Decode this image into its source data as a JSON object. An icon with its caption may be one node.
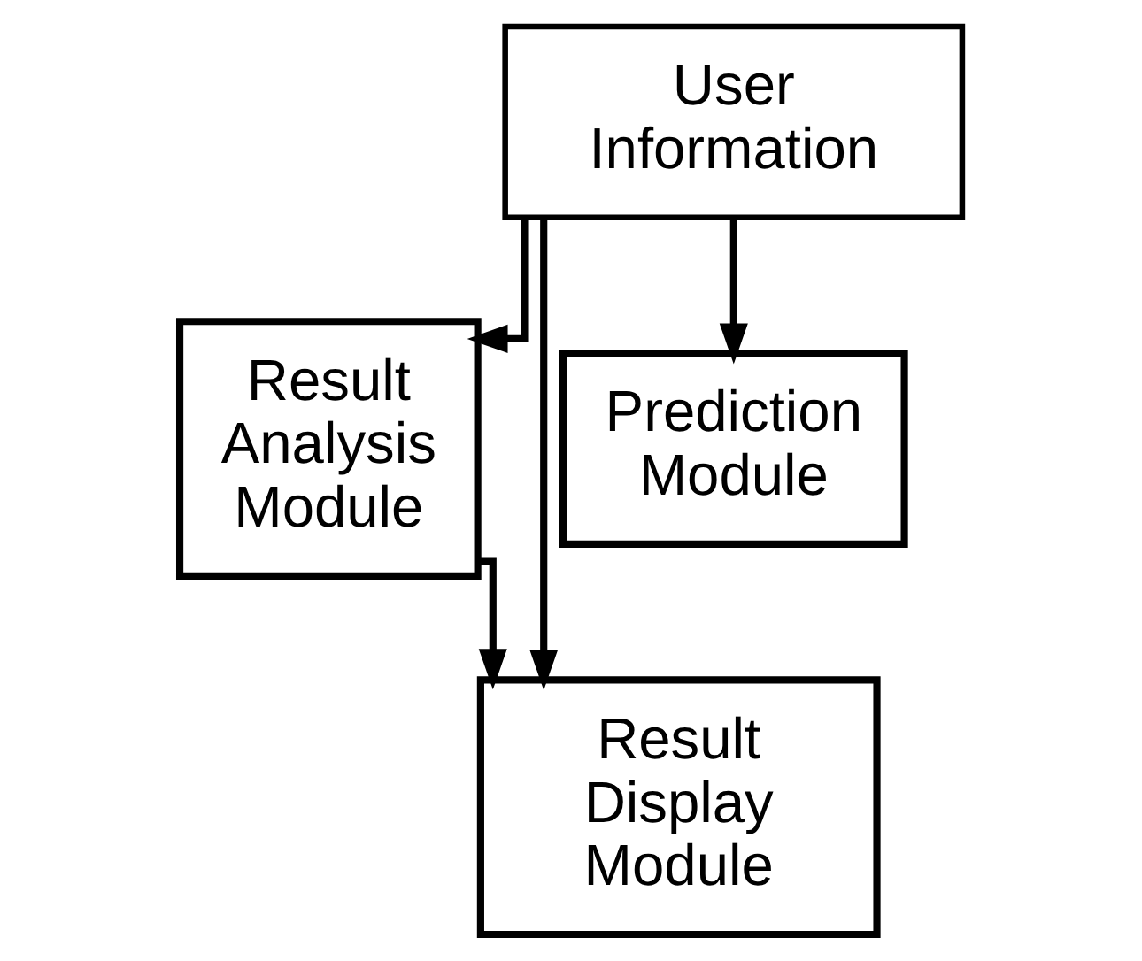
{
  "diagram": {
    "nodes": [
      {
        "text": [
          "User Information"
        ]
      },
      {
        "text": [
          "Result Analysis Module"
        ]
      },
      {
        "text": [
          "Prediction Module"
        ]
      },
      {
        "text": [
          "Result Display Module"
        ]
      }
    ],
    "edges": [
      {
        "from": 0,
        "to": 1,
        "arrow": "to"
      },
      {
        "from": 0,
        "to": 2,
        "arrow": "to"
      },
      {
        "from": 0,
        "to": 3,
        "arrow": "to"
      },
      {
        "from": 1,
        "to": 3,
        "arrow": "to"
      }
    ]
  }
}
